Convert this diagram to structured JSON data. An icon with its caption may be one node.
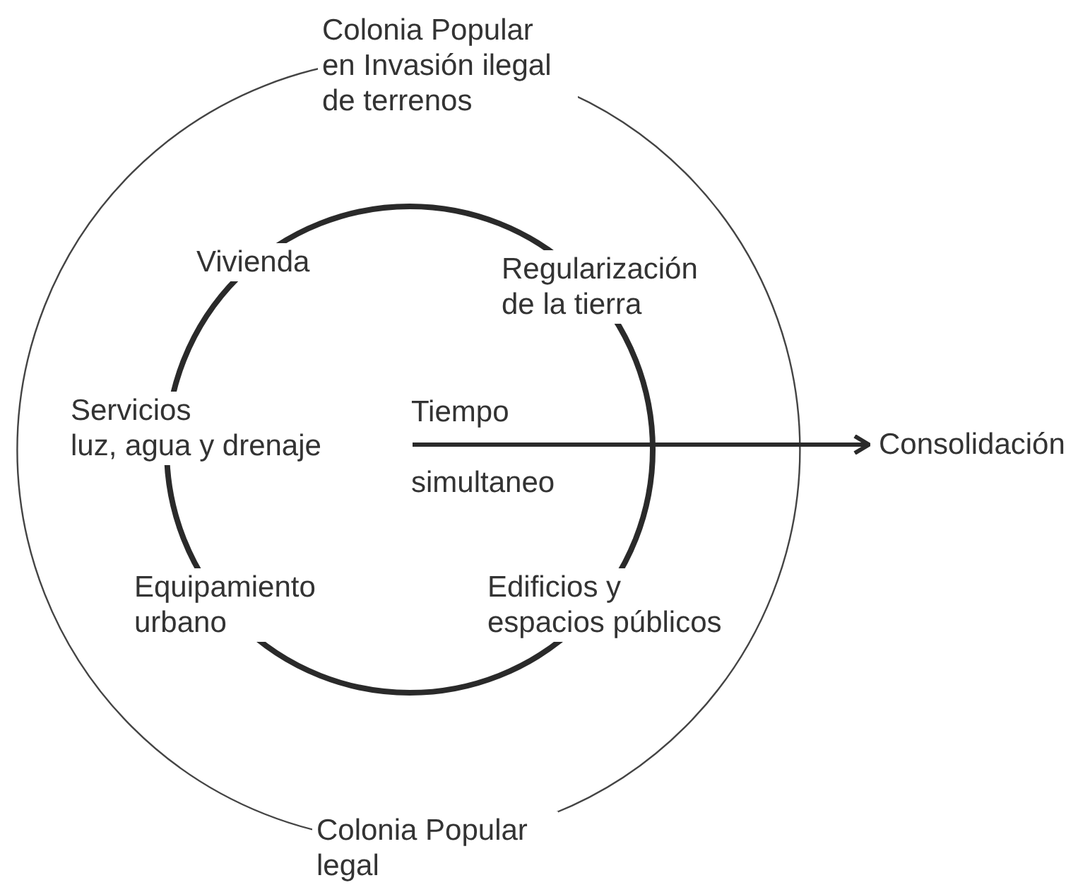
{
  "diagram": {
    "nodes": [
      {
        "text": [
          "Colonia Popular en Invasión ilegal de terrenos",
          "Colonia Popular legal"
        ]
      },
      {
        "text": [],
        "shape": "circle",
        "in": 0
      },
      {
        "text": [
          "Consolidación"
        ]
      }
    ],
    "edges": [
      {
        "from": 1,
        "to": 2,
        "arrow": "to"
      }
    ],
    "labels": [
      "Vivienda",
      "Regularización de la tierra",
      "Servicios",
      "luz, agua y drenaje",
      "Tiempo",
      "simultaneo",
      "Equipamiento urbano",
      "Edificios y espacios públicos"
    ]
  }
}
